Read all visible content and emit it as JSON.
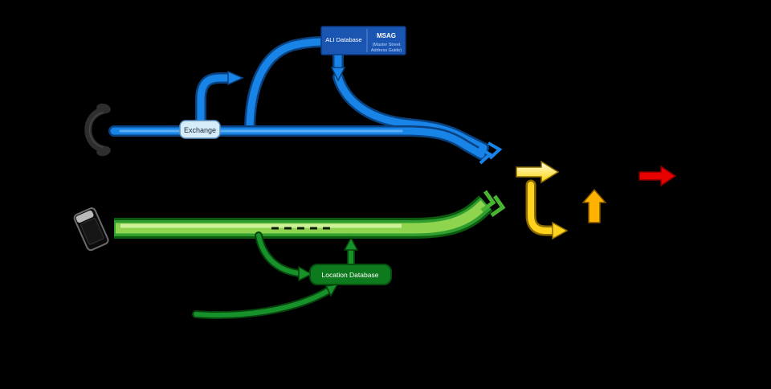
{
  "page": {
    "background": "#000000"
  },
  "diagram": {
    "exchange": {
      "label": "Exchange"
    },
    "ali_msag": {
      "ali_label": "ALI Database",
      "msag_label": "MSAG",
      "msag_sub_line1": "(Master Street",
      "msag_sub_line2": "Address Guide)"
    },
    "location_db": {
      "label": "Location Database"
    }
  },
  "icons": {
    "landline": "landline-phone-icon",
    "mobile": "mobile-phone-icon",
    "right_block_arrow": "call-answer-arrow-icon",
    "elbow_arrow": "call-transfer-elbow-arrow-icon",
    "up_block_arrow": "dispatch-up-arrow-icon",
    "red_arrow": "emergency-response-arrow-icon"
  },
  "colors": {
    "landline_flow": "#1884e8",
    "landline_flow_dark": "#0a4280",
    "mobile_flow": "#2f9e2f",
    "mobile_flow_light": "#8fd44e",
    "ali_box_fill": "#1b55b2",
    "exchange_box_fill": "#d6ecf9",
    "location_box_fill": "#0e7a1e",
    "transfer_yellow": "#ffd400",
    "dispatch_orange": "#ffb300",
    "response_red": "#e60000"
  }
}
